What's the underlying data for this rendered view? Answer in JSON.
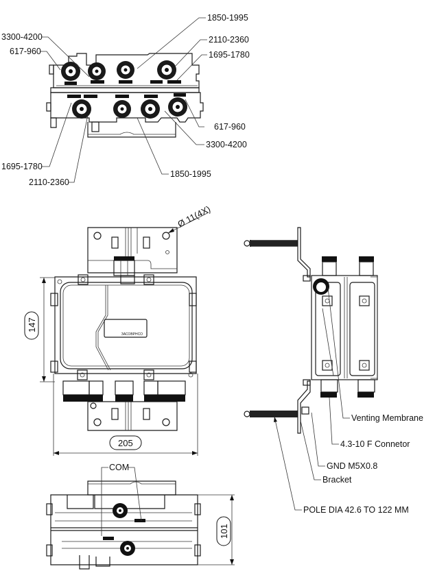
{
  "top_view": {
    "callouts_top_left": [
      {
        "id": "tl1",
        "text": "3300-4200"
      },
      {
        "id": "tl2",
        "text": "617-960"
      }
    ],
    "callouts_top_right": [
      {
        "id": "tr1",
        "text": "1850-1995"
      },
      {
        "id": "tr2",
        "text": "2110-2360"
      },
      {
        "id": "tr3",
        "text": "1695-1780"
      }
    ],
    "callouts_bottom_right": [
      {
        "id": "br1",
        "text": "617-960"
      },
      {
        "id": "br2",
        "text": "3300-4200"
      }
    ],
    "callouts_bottom_left": [
      {
        "id": "bl1",
        "text": "1695-1780"
      },
      {
        "id": "bl2",
        "text": "2110-2360"
      }
    ],
    "callouts_bottom_center": [
      {
        "id": "bc1",
        "text": "1850-1995"
      }
    ]
  },
  "front_view": {
    "hole_callout": "Ø 11(4X)",
    "height_dim": "147",
    "width_dim": "205",
    "nameplate_text": "ЗАСОВРНСО"
  },
  "side_view": {
    "labels": {
      "venting": "Venting Membrane",
      "connector": "4.3-10 F Connetor",
      "gnd": "GND M5X0.8",
      "bracket": "Bracket",
      "pole": "POLE DIA 42.6 TO 122 MM"
    }
  },
  "bottom_view": {
    "com_label": "COM",
    "depth_dim": "101"
  }
}
